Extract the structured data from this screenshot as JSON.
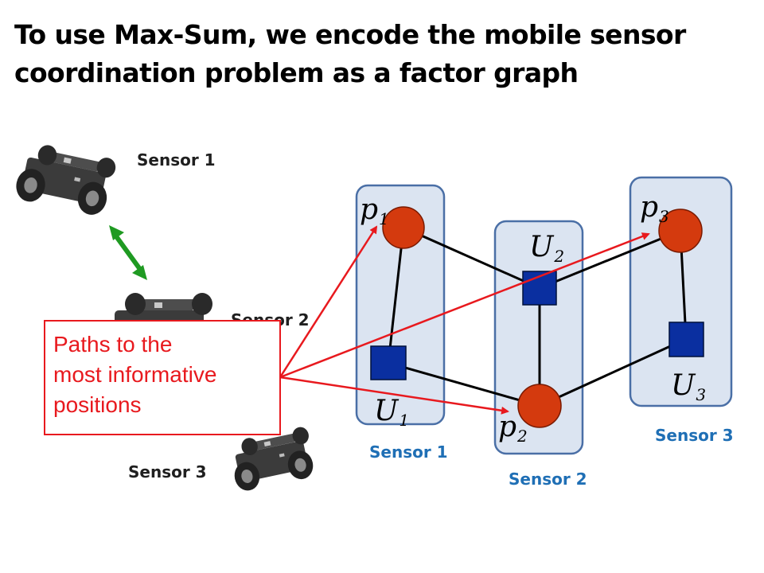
{
  "title": {
    "line1": "To use Max-Sum, we encode the mobile sensor",
    "line2": "coordination problem as a factor graph"
  },
  "robots": {
    "sensor1_label": "Sensor 1",
    "sensor2_label": "Sensor 2",
    "sensor3_label": "Sensor 3"
  },
  "callout": {
    "line1": "Paths to the",
    "line2": "most informative",
    "line3": "positions"
  },
  "graph": {
    "group_labels": [
      "Sensor 1",
      "Sensor 2",
      "Sensor 3"
    ],
    "variable_nodes": [
      {
        "base": "p",
        "sub": "1"
      },
      {
        "base": "p",
        "sub": "2"
      },
      {
        "base": "p",
        "sub": "3"
      }
    ],
    "factor_nodes": [
      {
        "base": "U",
        "sub": "1"
      },
      {
        "base": "U",
        "sub": "2"
      },
      {
        "base": "U",
        "sub": "3"
      }
    ]
  },
  "colors": {
    "variable_node": "#d43a0e",
    "factor_node": "#0a2fa0",
    "group_fill": "#dbe4f1",
    "group_stroke": "#4a6fa6",
    "arrow_red": "#e8191e",
    "arrow_green": "#1f9a22",
    "group_label": "#1f6fb5"
  }
}
